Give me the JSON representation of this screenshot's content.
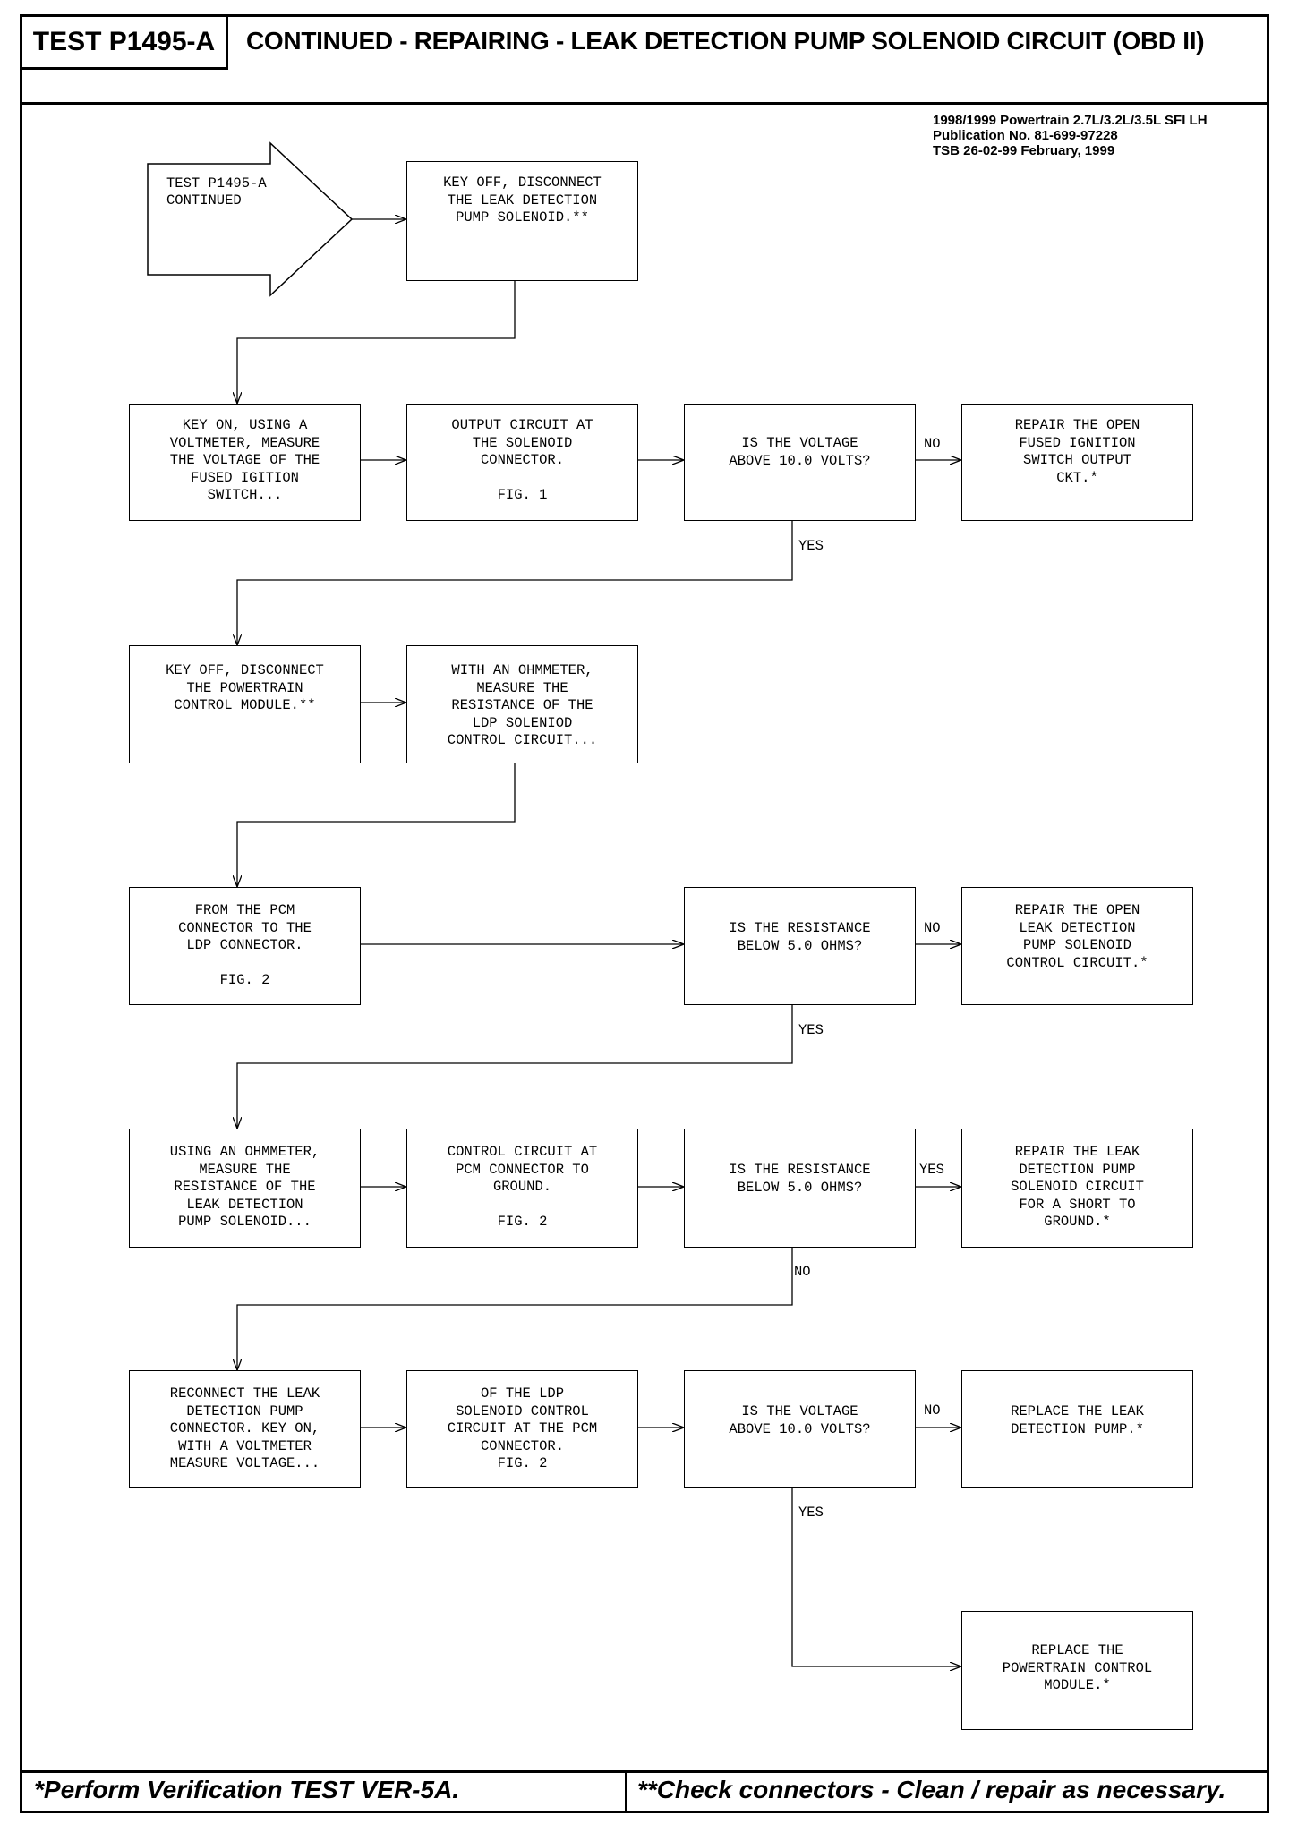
{
  "header": {
    "test_id": "TEST P1495-A",
    "title": "CONTINUED - REPAIRING - LEAK DETECTION PUMP SOLENOID CIRCUIT (OBD II)"
  },
  "publication": {
    "line1": "1998/1999 Powertrain 2.7L/3.2L/3.5L  SFI  LH",
    "line2": "Publication No. 81-699-97228",
    "line3": "TSB 26-02-99       February, 1999"
  },
  "start": {
    "lines": [
      "TEST P1495-A",
      "CONTINUED"
    ]
  },
  "boxes": {
    "b1": [
      "KEY OFF, DISCONNECT",
      "THE LEAK DETECTION",
      "PUMP SOLENOID.**"
    ],
    "b2": [
      "KEY ON, USING A",
      "VOLTMETER, MEASURE",
      "THE VOLTAGE OF THE",
      "FUSED IGITION",
      "SWITCH..."
    ],
    "b3": [
      "OUTPUT CIRCUIT AT",
      "THE SOLENOID",
      "CONNECTOR.",
      "",
      "FIG. 1"
    ],
    "b4": [
      "IS THE VOLTAGE",
      "ABOVE 10.0 VOLTS?"
    ],
    "b5": [
      "REPAIR THE OPEN",
      "FUSED IGNITION",
      "SWITCH OUTPUT",
      "CKT.*"
    ],
    "b6": [
      "KEY OFF, DISCONNECT",
      "THE POWERTRAIN",
      "CONTROL MODULE.**"
    ],
    "b7": [
      "WITH AN OHMMETER,",
      "MEASURE THE",
      "RESISTANCE OF THE",
      "LDP SOLENIOD",
      "CONTROL CIRCUIT..."
    ],
    "b8": [
      "FROM THE PCM",
      "CONNECTOR TO THE",
      "LDP CONNECTOR.",
      "",
      "FIG. 2"
    ],
    "b9": [
      "IS THE RESISTANCE",
      "BELOW 5.0 OHMS?"
    ],
    "b10": [
      "REPAIR THE OPEN",
      "LEAK DETECTION",
      "PUMP SOLENOID",
      "CONTROL CIRCUIT.*"
    ],
    "b11": [
      "USING AN OHMMETER,",
      "MEASURE THE",
      "RESISTANCE OF THE",
      "LEAK DETECTION",
      "PUMP SOLENOID..."
    ],
    "b12": [
      "CONTROL CIRCUIT AT",
      "PCM CONNECTOR TO",
      "GROUND.",
      "",
      "FIG. 2"
    ],
    "b13": [
      "IS THE RESISTANCE",
      "BELOW 5.0 OHMS?"
    ],
    "b14": [
      "REPAIR THE LEAK",
      "DETECTION PUMP",
      "SOLENOID CIRCUIT",
      "FOR A SHORT TO",
      "GROUND.*"
    ],
    "b15": [
      "RECONNECT THE LEAK",
      "DETECTION PUMP",
      "CONNECTOR. KEY ON,",
      "WITH A VOLTMETER",
      "MEASURE VOLTAGE..."
    ],
    "b16": [
      "OF THE LDP",
      "SOLENOID CONTROL",
      "CIRCUIT AT THE PCM",
      "CONNECTOR.",
      "FIG. 2"
    ],
    "b17": [
      "IS THE VOLTAGE",
      "ABOVE 10.0 VOLTS?"
    ],
    "b18": [
      "REPLACE THE LEAK",
      "DETECTION PUMP.*"
    ],
    "b19": [
      "REPLACE THE",
      "POWERTRAIN CONTROL",
      "MODULE.*"
    ]
  },
  "labels": {
    "no1": "NO",
    "yes1": "YES",
    "no2": "NO",
    "yes2": "YES",
    "yes3": "YES",
    "no3": "NO",
    "no4": "NO",
    "yes4": "YES"
  },
  "footer": {
    "left": "*Perform Verification TEST VER-5A.",
    "right": "**Check connectors - Clean / repair as necessary."
  }
}
